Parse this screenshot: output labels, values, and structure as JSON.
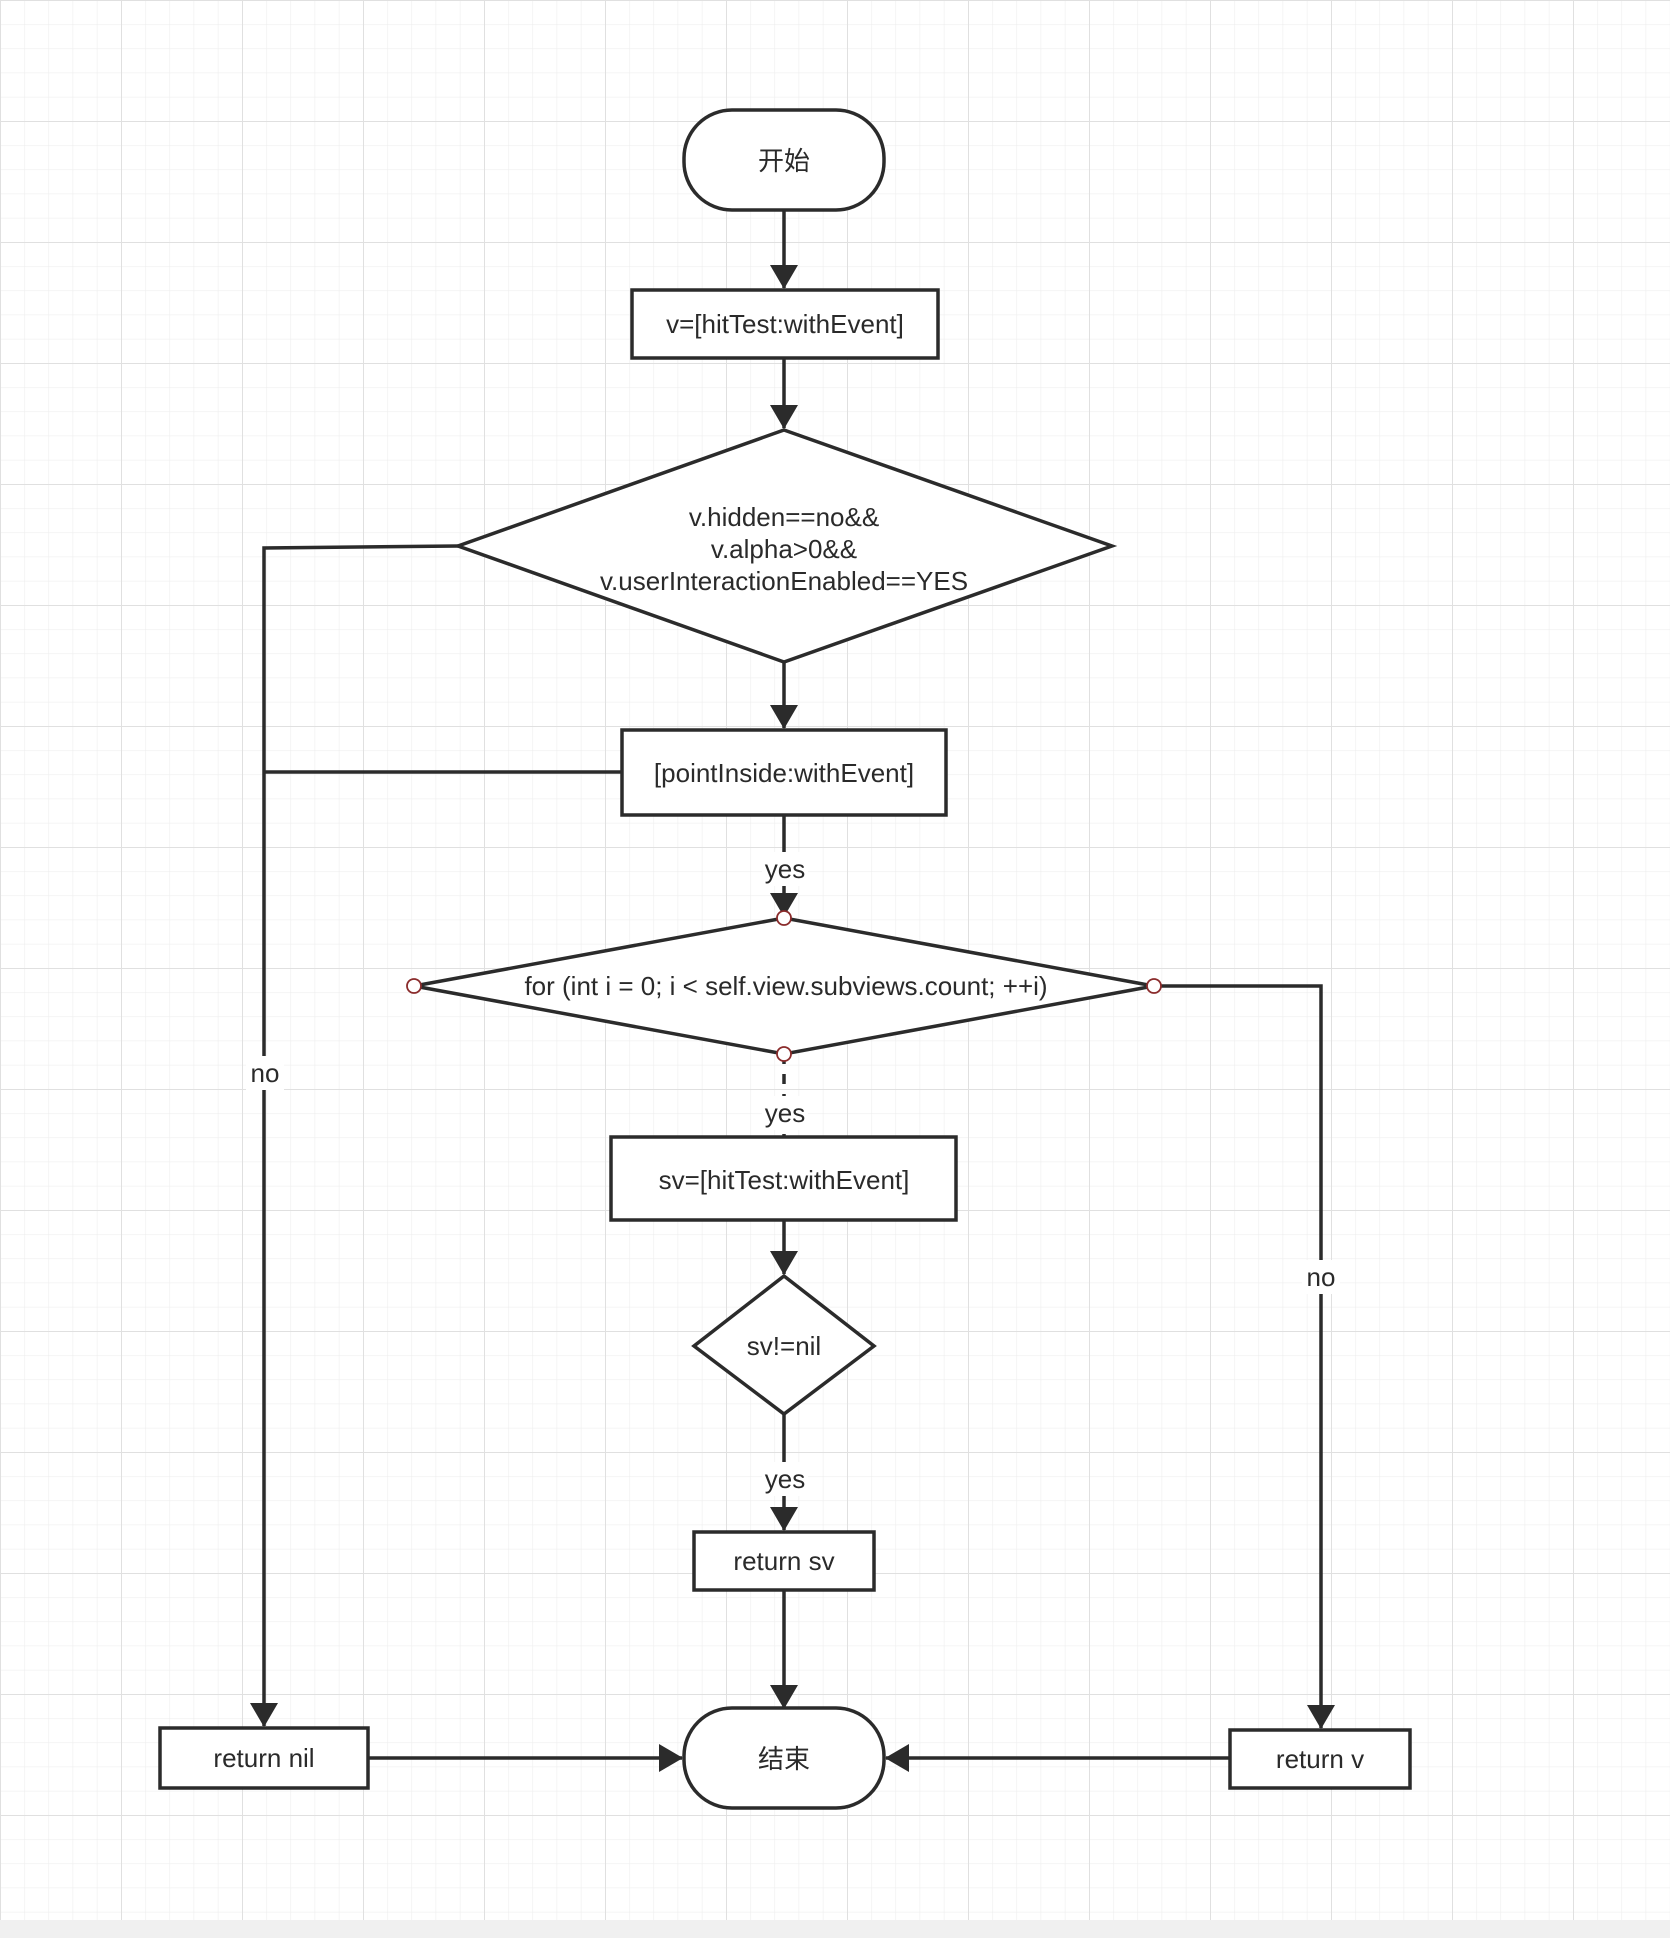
{
  "diagram": {
    "nodes": {
      "start": "开始",
      "hit_test": "v=[hitTest:withEvent]",
      "visible_check": [
        "v.hidden==no&&",
        "v.alpha>0&&",
        "v.userInteractionEnabled==YES"
      ],
      "point_inside": "[pointInside:withEvent]",
      "for_loop": "for (int i = 0; i < self.view.subviews.count; ++i)",
      "sub_hit_test": "sv=[hitTest:withEvent]",
      "sv_check": "sv!=nil",
      "return_sv": "return sv",
      "return_nil": "return nil",
      "end": "结束",
      "return_v": "return v"
    },
    "edge_labels": {
      "point_inside_yes": "yes",
      "loop_yes": "yes",
      "sv_yes": "yes",
      "left_no": "no",
      "right_no": "no"
    }
  },
  "colors": {
    "grid_minor": "#eeeeee",
    "grid_major": "#e0e0e0",
    "stroke": "#2b2b2b",
    "port_stroke": "#8a2b2b",
    "bottom_band": "#f0f0f0"
  }
}
